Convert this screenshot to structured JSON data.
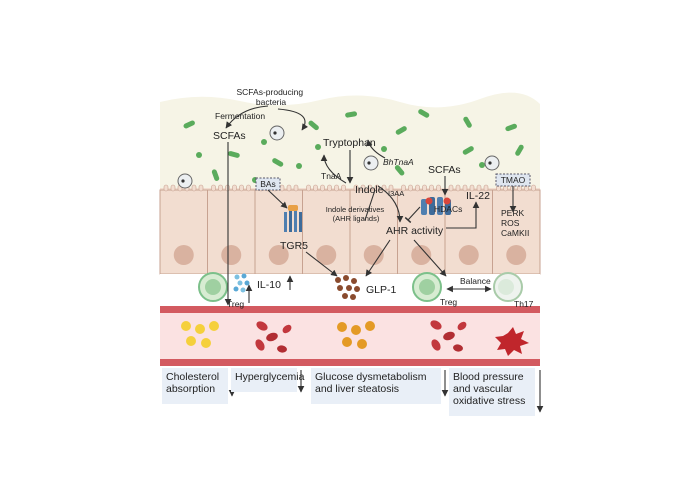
{
  "colors": {
    "lumen": "#f6f4e6",
    "epithelium": "#f2ddd0",
    "cell_border": "#c7a291",
    "nucleus": "#d9b2a0",
    "vessel_wall": "#d35a60",
    "vessel_inner": "#fbe2e2",
    "bacteria": "#5aab5c",
    "panel": "#e9eff7",
    "arrow": "#333333"
  },
  "labels": {
    "scfa_bacteria": [
      "SCFAs-producing",
      "bacteria"
    ],
    "fermentation": "Fermentation",
    "scfas_left": "SCFAs",
    "tryptophan": "Tryptophan",
    "bhtnaa": "BhTnaA",
    "tnaa": "TnaA",
    "indole": "Indole",
    "i3aa": "I3AA",
    "scfas_right": "SCFAs",
    "il22": "IL-22",
    "tmao": "TMAO",
    "bas": "BAs",
    "indole_derivatives": [
      "Indole derivatives",
      "(AHR ligands)"
    ],
    "hdacs": "HDACs",
    "ahr_activity": "AHR activity",
    "perk_ros_camkii": [
      "PERK",
      "ROS",
      "CaMKII"
    ],
    "tgr5": "TGR5",
    "treg_left": "Treg",
    "il10": "IL-10",
    "glp1": "GLP-1",
    "treg_right": "Treg",
    "balance": "Balance",
    "th17": "Th17"
  },
  "outcomes": [
    {
      "lines": [
        "Cholesterol",
        "absorption"
      ],
      "arrow": "down"
    },
    {
      "lines": [
        "Hyperglycemia"
      ],
      "arrow": "down"
    },
    {
      "lines": [
        "Glucose dysmetabolism",
        "and liver steatosis"
      ],
      "arrow": "down"
    },
    {
      "lines": [
        "Blood pressure",
        "and vascular",
        "oxidative stress"
      ],
      "arrow": "down"
    }
  ]
}
